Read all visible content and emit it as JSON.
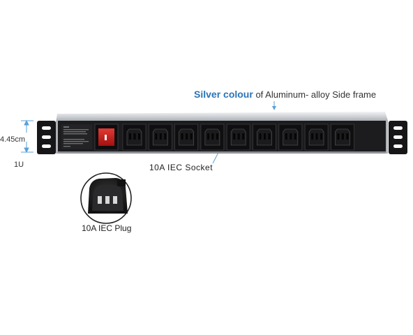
{
  "callouts": {
    "frame_highlight": "Silver colour",
    "frame_rest": "of Aluminum- alloy Side frame",
    "height": "4.45cm",
    "rack_unit": "1U",
    "socket": "10A  IEC  Socket",
    "plug": "10A IEC Plug"
  },
  "product": {
    "outlet_count": 9,
    "switch_color": "#c8171c",
    "frame_color": "#c9ccd0",
    "body_color": "#1c1c1e"
  }
}
